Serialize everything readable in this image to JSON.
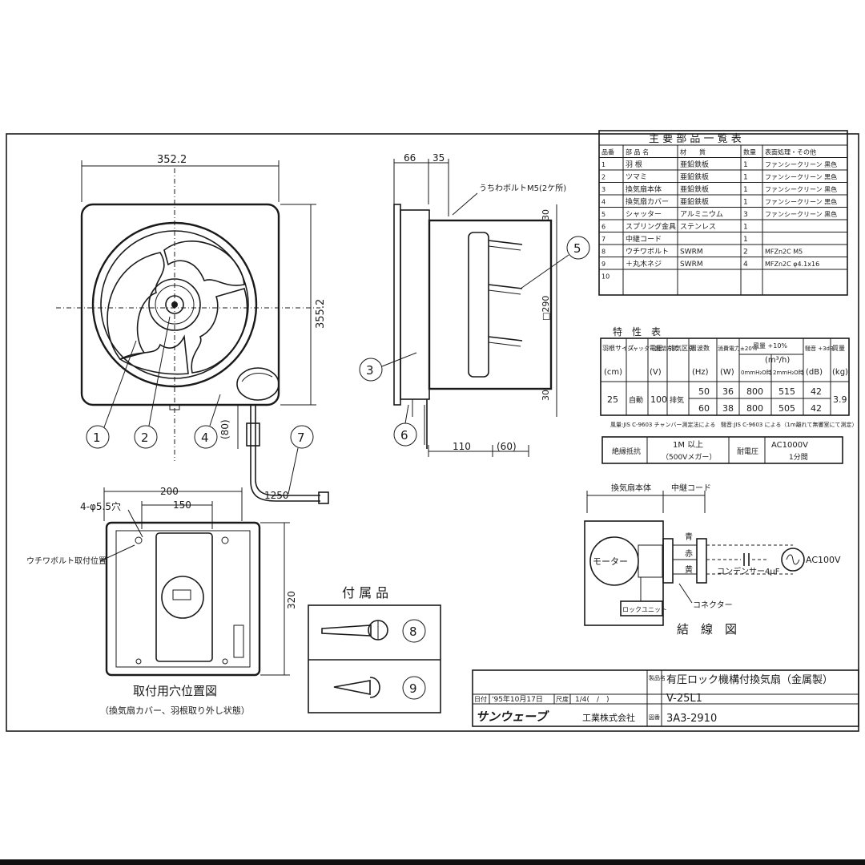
{
  "front_view": {
    "dim_width": "352.2",
    "dim_height": "355.2",
    "dim_cord_drop": "(80)",
    "dim_cord_length": "1250",
    "callouts": [
      "1",
      "2",
      "3",
      "4",
      "5",
      "6",
      "7"
    ]
  },
  "side_view": {
    "dim_top_a": "66",
    "dim_top_b": "35",
    "bolt_note": "うちわボルトM5(2ケ所)",
    "dim_30_top": "30",
    "dim_290": "□290",
    "dim_30_bottom": "30",
    "dim_110": "110",
    "dim_60": "(60)"
  },
  "mount_view": {
    "dim_200": "200",
    "dim_150": "150",
    "hole_note": "4-φ5.5穴",
    "bolt_position": "ウチワボルト取付位置",
    "dim_320": "320",
    "title": "取付用穴位置図",
    "subtitle": "（換気扇カバー、羽根取り外し状態）"
  },
  "accessories": {
    "title": "付 属 品",
    "items": [
      "8",
      "9"
    ]
  },
  "parts_table": {
    "title": "主 要 部 品 一 覧 表",
    "headers": [
      "品番",
      "部 品 名",
      "材　　質",
      "数量",
      "表面処理・その他"
    ],
    "rows": [
      [
        "1",
        "羽 根",
        "亜鉛鉄板",
        "1",
        "ファンシークリーン 黒色"
      ],
      [
        "2",
        "ツマミ",
        "亜鉛鉄板",
        "1",
        "ファンシークリーン 黒色"
      ],
      [
        "3",
        "換気扇本体",
        "亜鉛鉄板",
        "1",
        "ファンシークリーン 黒色"
      ],
      [
        "4",
        "換気扇カバー",
        "亜鉛鉄板",
        "1",
        "ファンシークリーン 黒色"
      ],
      [
        "5",
        "シャッター",
        "アルミニウム",
        "3",
        "ファンシークリーン 黒色"
      ],
      [
        "6",
        "スプリング金具",
        "ステンレス",
        "1",
        ""
      ],
      [
        "7",
        "中継コード",
        "",
        "1",
        ""
      ],
      [
        "8",
        "ウチワボルト",
        "SWRM",
        "2",
        "MFZn2C M5"
      ],
      [
        "9",
        "＋丸木ネジ",
        "SWRM",
        "4",
        "MFZn2C φ4.1x16"
      ],
      [
        "10",
        "",
        "",
        "",
        ""
      ]
    ]
  },
  "spec_table": {
    "title": "特　性　表",
    "h_size": "羽根サイズ",
    "h_size_unit": "(cm)",
    "h_shutter": "シャッター開閉方式",
    "h_voltage": "電圧",
    "h_voltage_unit": "(V)",
    "h_mode": "排気区別",
    "h_freq": "周波数",
    "h_freq_unit": "(Hz)",
    "h_power": "消費電力±20%",
    "h_power_unit": "(W)",
    "h_airflow": "風量 +10%",
    "h_airflow_unit": "(m³/h)",
    "h_p0": "0mmH₂O時",
    "h_p2": "2mmH₂O時",
    "h_noise": "騒音 +3dB",
    "h_noise_unit": "(dB)",
    "h_weight": "質量",
    "h_weight_unit": "(kg)",
    "size": "25",
    "shutter": "自動",
    "voltage": "100",
    "mode": "排気",
    "rows": [
      {
        "hz": "50",
        "w": "36",
        "q0": "800",
        "q2": "515",
        "db": "42"
      },
      {
        "hz": "60",
        "w": "38",
        "q0": "800",
        "q2": "505",
        "db": "42"
      }
    ],
    "weight": "3.9",
    "note_left": "風量:JIS C-9603 チャンバー測定法による",
    "note_right": "騒音:JIS C-9603 による（1m離れて無響室にて測定）"
  },
  "insulation": {
    "label_resist": "絶縁抵抗",
    "resist_value": "1M 以上",
    "resist_sub": "（500Vメガー）",
    "label_voltage": "耐電圧",
    "volt_value": "AC1000V",
    "volt_sub": "1分間"
  },
  "wiring": {
    "label_body": "換気扇本体",
    "label_cord": "中継コード",
    "motor": "モーター",
    "blue": "青",
    "red": "赤",
    "yellow": "黄",
    "capacitor": "コンデンサー4μF",
    "ac": "AC100V",
    "lock_unit": "ロックユニット",
    "connector": "コネクター",
    "title": "結　線　図"
  },
  "title_block": {
    "product_label": "製品名",
    "product_name": "有圧ロック機構付換気扇（金属製）",
    "model": "V-25L1",
    "date_label": "日付",
    "date_value": "'95年10月17日",
    "scale_label": "尺度",
    "scale_value": "1/4(　/　)",
    "company_logo": "サンウェーブ",
    "company_suffix": "工業株式会社",
    "drawing_label": "図番",
    "drawing_no": "3A3-2910"
  }
}
